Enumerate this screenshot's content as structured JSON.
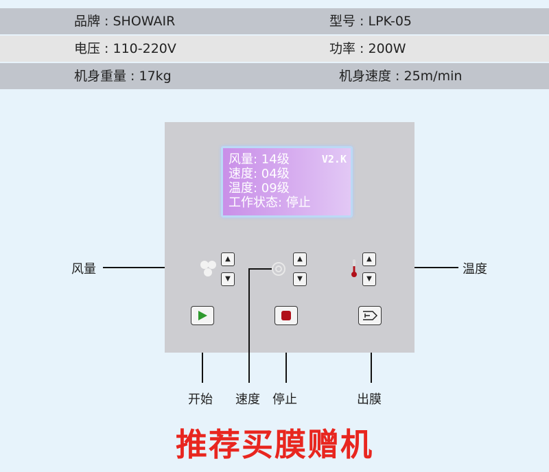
{
  "specs": [
    {
      "left": "品牌 : SHOWAIR",
      "right": "型号 : LPK-05"
    },
    {
      "left": "电压 : 110-220V",
      "right": "功率  : 200W"
    },
    {
      "left": "机身重量  : 17kg",
      "right": "机身速度 : 25m/min"
    }
  ],
  "lcd": {
    "lines": [
      "风量: 14级",
      "速度: 04级",
      "温度: 09级",
      "工作状态: 停止"
    ],
    "version": "V2.K"
  },
  "labels": {
    "wind": "风量",
    "temp": "温度",
    "start": "开始",
    "speed": "速度",
    "stop": "停止",
    "film": "出膜"
  },
  "promo": "推荐买膜赠机",
  "colors": {
    "promo": "#e8261f",
    "start": "#2e9a2e",
    "stop": "#b0101a"
  }
}
